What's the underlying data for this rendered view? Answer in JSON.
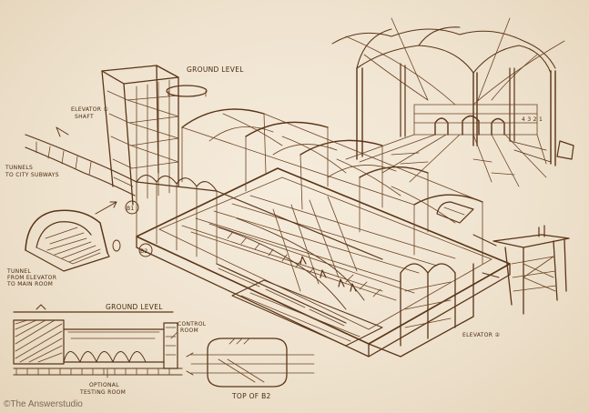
{
  "labels": {
    "ground_level_top": "GROUND LEVEL",
    "elevator_1_shaft": "ELEVATOR ①\nSHAFT",
    "tunnels_city_subways": "TUNNELS\nTO CITY SUBWAYS",
    "tunnel_from_elevator": "TUNNEL\nFROM ELEVATOR\nTO MAIN ROOM",
    "marker_b1": "B1",
    "marker_b2": "B2",
    "ground_level_section": "GROUND LEVEL",
    "control_room": "CONTROL\nROOM",
    "optional_testing_room": "OPTIONAL\nTESTING ROOM",
    "top_of_b2": "TOP OF B2",
    "elevator_2": "ELEVATOR ②",
    "dimension_marks": "4 3 2 1",
    "copyright": "©The Answerstudio"
  }
}
